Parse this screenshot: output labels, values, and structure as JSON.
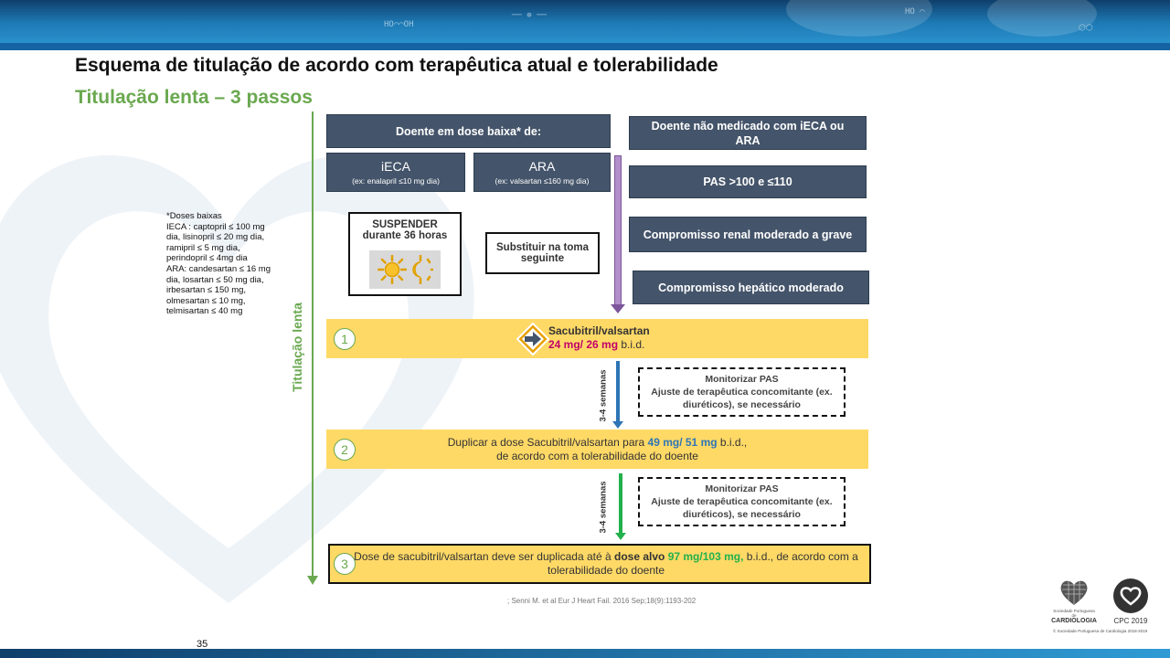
{
  "slide": {
    "title": "Esquema de titulação de acordo com terapêutica atual e tolerabilidade",
    "subtitle": "Titulação lenta – 3 passos",
    "vertical_label": "Titulação lenta",
    "page_number": "35",
    "reference": "; Senni M. et al Eur J Heart Fail. 2016 Sep;18(9):1193-202"
  },
  "note": {
    "text": "*Doses baixas\nIECA : captopril ≤ 100 mg dia,  lisinopril ≤ 20 mg dia, ramipril ≤ 5 mg dia, perindopril ≤ 4mg dia\nARA: candesartan  ≤ 16 mg dia, losartan  ≤ 50 mg dia, irbesartan  ≤  150 mg, olmesartan  ≤  10 mg, telmisartan  ≤  40 mg"
  },
  "boxes": {
    "low_dose_header": "Doente em dose baixa* de:",
    "ieca_title": "iECA",
    "ieca_example": "(ex: enalapril ≤10 mg dia)",
    "ara_title": "ARA",
    "ara_example": "(ex: valsartan ≤160 mg dia)",
    "suspend_line1": "SUSPENDER",
    "suspend_line2": "durante 36 horas",
    "substitute_line1": "Substituir na toma",
    "substitute_line2": "seguinte",
    "not_medicated": "Doente não medicado com iECA ou ARA",
    "pas": "PAS >100 e ≤110",
    "renal": "Compromisso renal moderado a grave",
    "hepatic": "Compromisso hepático moderado"
  },
  "steps": [
    {
      "number": "1",
      "drug": "Sacubitril/valsartan",
      "dose": "24 mg/ 26 mg",
      "freq": " b.i.d."
    },
    {
      "number": "2",
      "line1_prefix": "Duplicar a dose  Sacubitril/valsartan para ",
      "line1_dose": "49 mg/ 51 mg",
      "line1_suffix": " b.i.d.,",
      "line2": "de acordo com a tolerabilidade do doente"
    },
    {
      "number": "3",
      "line1_prefix": "Dose de sacubitril/valsartan deve ser duplicada até à ",
      "line1_bold": "dose alvo",
      "line1_dose": " 97 mg/103 mg,",
      "line1_suffix": " b.i.d., de acordo com a",
      "line2": "tolerabilidade  do doente"
    }
  ],
  "monitor": {
    "title": "Monitorizar PAS",
    "line2": "Ajuste de terapêutica concomitante (ex.",
    "line3": "diuréticos), se necessário",
    "weeks": "3-4 semanas"
  },
  "logos": {
    "spc_small": "Sociedade Portuguesa de",
    "spc_big": "CARDIOLOGIA",
    "cpc": "CPC 2019",
    "copyright": "© Sociedade Portuguesa de Cardiologia 2018-2019"
  },
  "colors": {
    "dark_box": "#44546a",
    "step_yellow": "#ffd966",
    "green": "#6aa84f",
    "purple": "#b18ec9",
    "blue_arrow": "#2e75b6",
    "green_arrow": "#22b14c",
    "dose1": "#c0006a",
    "dose2": "#2e75b6",
    "dose3": "#22b14c"
  },
  "icons": [
    "sun-icon",
    "half-sun-icon",
    "diamond-arrow-icon",
    "heart-icon",
    "cpc-heart-icon"
  ]
}
